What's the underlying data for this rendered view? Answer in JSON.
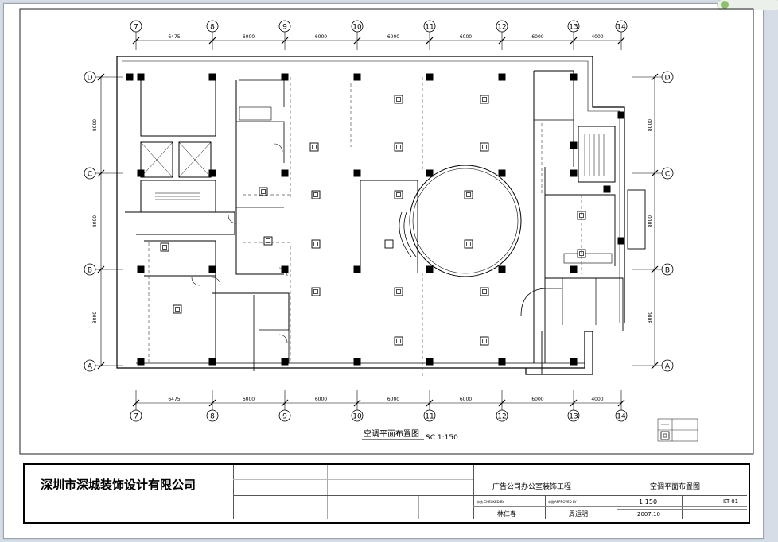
{
  "drawing": {
    "column_grid_labels": [
      "7",
      "8",
      "9",
      "10",
      "11",
      "12",
      "13",
      "14"
    ],
    "row_grid_labels": [
      "A",
      "B",
      "C",
      "D"
    ],
    "column_spacings": [
      "6475",
      "6000",
      "6000",
      "6000",
      "6000",
      "6000",
      "4000"
    ],
    "row_spacings": [
      "8000",
      "8000",
      "8000"
    ],
    "plan_title": "空调平面布置图",
    "scale_label": "SC 1:150"
  },
  "title_block": {
    "company": "深圳市深城装饰设计有限公司",
    "project": "广告公司办公室装饰工程",
    "drawing_title": "空调平面布置图",
    "checked_caption": "审核 CHECKED BY",
    "approved_caption": "审批APPROVED BY",
    "checked_by": "林仁春",
    "approved_by": "周运明",
    "scale": "1:150",
    "drawing_number": "KT-01",
    "date": "2007.10"
  },
  "colors": {
    "line": "#000000",
    "paper": "#ffffff",
    "window_background": "#d6dde6"
  },
  "icons": [
    "air-diffuser-icon",
    "structural-column-icon",
    "legend-diffuser-icon",
    "status-indicator-icon"
  ]
}
